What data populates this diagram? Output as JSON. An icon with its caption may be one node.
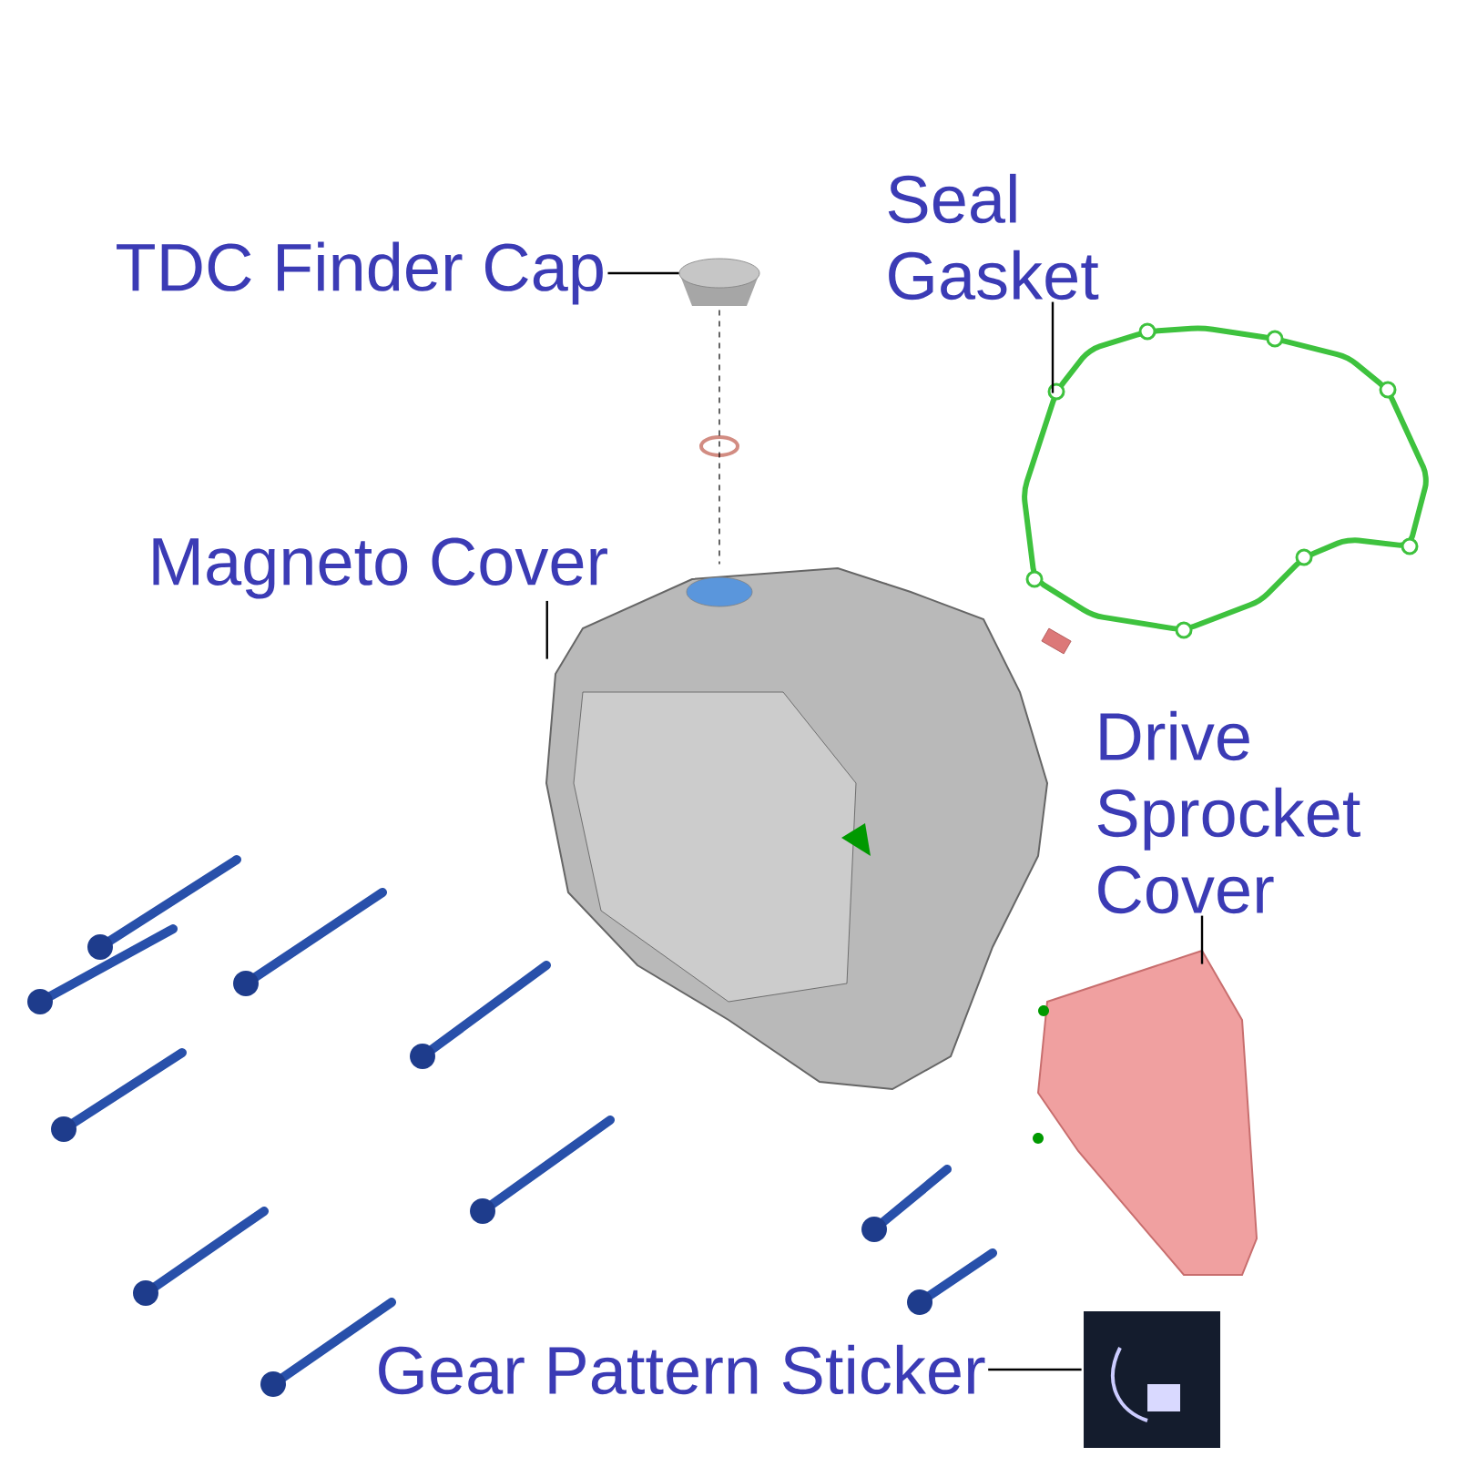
{
  "diagram": {
    "nodes": [
      {
        "text": [
          "TDC Finder Cap"
        ]
      },
      {
        "text": [],
        "shape": "picture"
      },
      {
        "text": [
          "Seal Gasket"
        ]
      },
      {
        "text": [],
        "shape": "picture"
      },
      {
        "text": [
          "Magneto Cover"
        ]
      },
      {
        "text": [],
        "shape": "picture"
      },
      {
        "text": [
          "Drive Sprocket Cover"
        ]
      },
      {
        "text": [],
        "shape": "picture"
      },
      {
        "text": [
          "Gear Pattern Sticker"
        ]
      },
      {
        "text": [],
        "shape": "picture"
      }
    ],
    "edges": [
      {
        "from": 0,
        "to": 1,
        "arrow": "none"
      },
      {
        "from": 1,
        "to": 5,
        "arrow": "none",
        "style": "dashed"
      },
      {
        "from": 2,
        "to": 3,
        "arrow": "none"
      },
      {
        "from": 4,
        "to": 5,
        "arrow": "none"
      },
      {
        "from": 6,
        "to": 7,
        "arrow": "none"
      },
      {
        "from": 8,
        "to": 9,
        "arrow": "none"
      }
    ]
  }
}
